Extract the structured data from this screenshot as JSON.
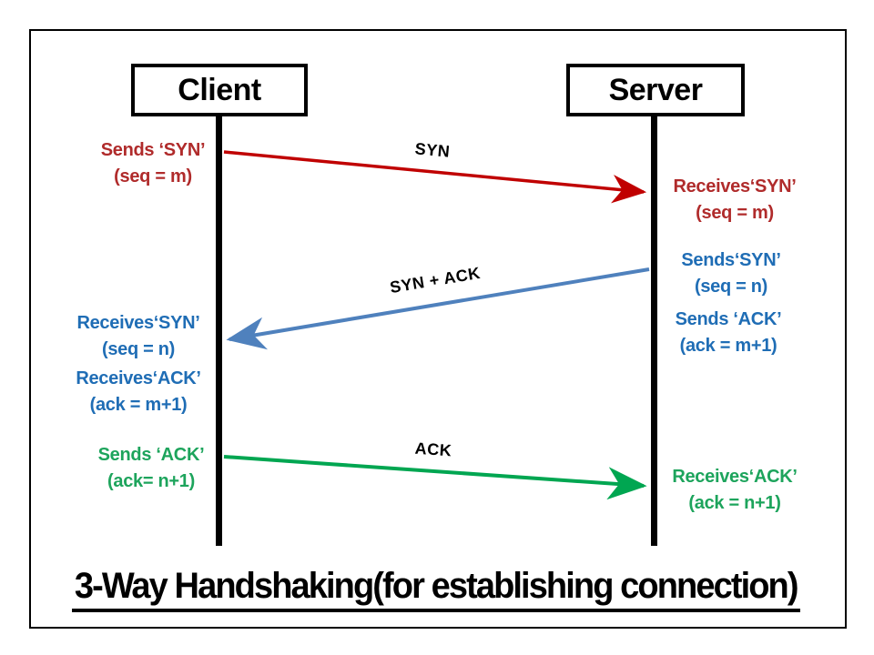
{
  "title": "3-Way Handshaking(for establishing connection)",
  "actors": {
    "client": "Client",
    "server": "Server"
  },
  "messages": {
    "syn": {
      "label": "SYN",
      "color": "#C00000"
    },
    "syn_ack": {
      "label": "SYN + ACK",
      "color": "#4F81BD"
    },
    "ack": {
      "label": "ACK",
      "color": "#00A651"
    }
  },
  "annotations": {
    "client_sends_syn": {
      "line1": "Sends ‘SYN’",
      "line2": "(seq = m)",
      "color": "#B02B2B"
    },
    "server_receives_syn": {
      "line1": "Receives‘SYN’",
      "line2": "(seq = m)",
      "color": "#B02B2B"
    },
    "server_sends_syn": {
      "line1": "Sends‘SYN’",
      "line2": "(seq = n)",
      "color": "#1F6DB5"
    },
    "server_sends_ack": {
      "line1": "Sends ‘ACK’",
      "line2": "(ack = m+1)",
      "color": "#1F6DB5"
    },
    "client_receives_syn": {
      "line1": "Receives‘SYN’",
      "line2": "(seq = n)",
      "color": "#1F6DB5"
    },
    "client_receives_ack": {
      "line1": "Receives‘ACK’",
      "line2": "(ack = m+1)",
      "color": "#1F6DB5"
    },
    "client_sends_ack": {
      "line1": "Sends ‘ACK’",
      "line2": "(ack= n+1)",
      "color": "#1DA45C"
    },
    "server_receives_ack": {
      "line1": "Receives‘ACK’",
      "line2": "(ack = n+1)",
      "color": "#1DA45C"
    }
  },
  "palette": {
    "background": "#FFFFFF",
    "border": "#000000",
    "lifeline": "#000000"
  }
}
